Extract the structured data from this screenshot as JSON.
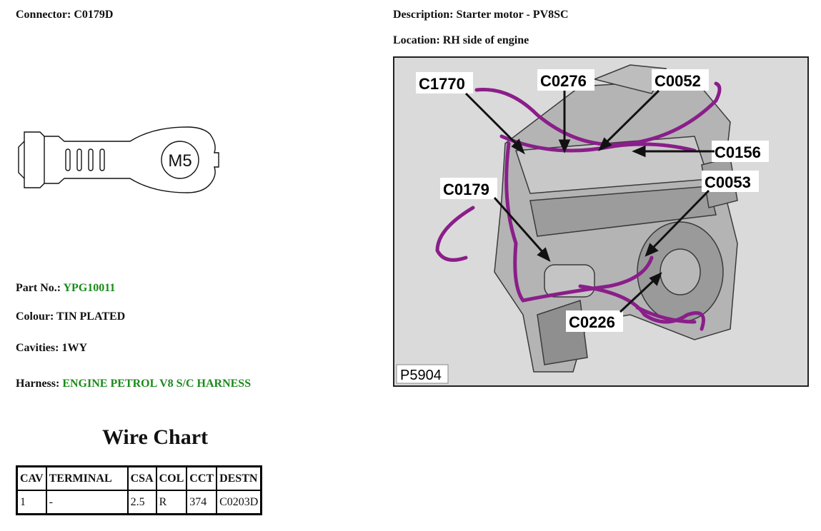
{
  "connector": {
    "label": "Connector:",
    "value": "C0179D"
  },
  "description": {
    "label": "Description:",
    "value": "Starter motor - PV8SC"
  },
  "location": {
    "label": "Location:",
    "value": "RH side of engine"
  },
  "part_no": {
    "label": "Part No.:",
    "value": "YPG10011"
  },
  "colour": {
    "label": "Colour:",
    "value": "TIN PLATED"
  },
  "cavities": {
    "label": "Cavities:",
    "value": "1WY"
  },
  "harness": {
    "label": "Harness:",
    "value": "ENGINE PETROL V8 S/C HARNESS"
  },
  "terminal_drawing": {
    "stud_label": "M5"
  },
  "wire_chart": {
    "title": "Wire Chart",
    "headers": [
      "CAV",
      "TERMINAL",
      "CSA",
      "COL",
      "CCT",
      "DESTN"
    ],
    "rows": [
      [
        "1",
        "-",
        "2.5",
        "R",
        "374",
        "C0203D"
      ]
    ]
  },
  "engine_image": {
    "figure_id": "P5904",
    "callouts": [
      "C1770",
      "C0276",
      "C0052",
      "C0156",
      "C0179",
      "C0053",
      "C0226"
    ]
  },
  "colors": {
    "harness_wire": "#8a1e8a",
    "link_text": "#1a8a1a"
  }
}
